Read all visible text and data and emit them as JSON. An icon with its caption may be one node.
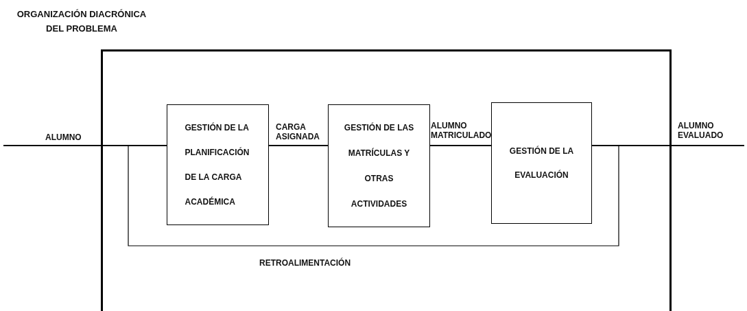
{
  "diagram": {
    "title": "ORGANIZACIÓN DIACRÓNICA DEL PROBLEMA",
    "nodes": [
      {
        "text": [],
        "shape": "box"
      },
      {
        "text": [
          "GESTIÓN DE LA PLANIFICACIÓN DE LA CARGA ACADÉMICA"
        ],
        "in": 0
      },
      {
        "text": [
          "GESTIÓN DE LAS MATRÍCULAS Y OTRAS ACTIVIDADES"
        ],
        "in": 0
      },
      {
        "text": [
          "GESTIÓN DE LA EVALUACIÓN"
        ],
        "in": 0
      }
    ],
    "edges": [
      {
        "from": null,
        "to": 1,
        "arrow": "none",
        "label": "ALUMNO"
      },
      {
        "from": 1,
        "to": 2,
        "arrow": "none",
        "label": "CARGA ASIGNADA"
      },
      {
        "from": 2,
        "to": 3,
        "arrow": "none",
        "label": "ALUMNO MATRICULADO"
      },
      {
        "from": 3,
        "to": null,
        "arrow": "none",
        "label": "ALUMNO EVALUADO"
      },
      {
        "from": 3,
        "to": 1,
        "arrow": "none",
        "label": "RETROALIMENTACIÓN"
      }
    ]
  }
}
